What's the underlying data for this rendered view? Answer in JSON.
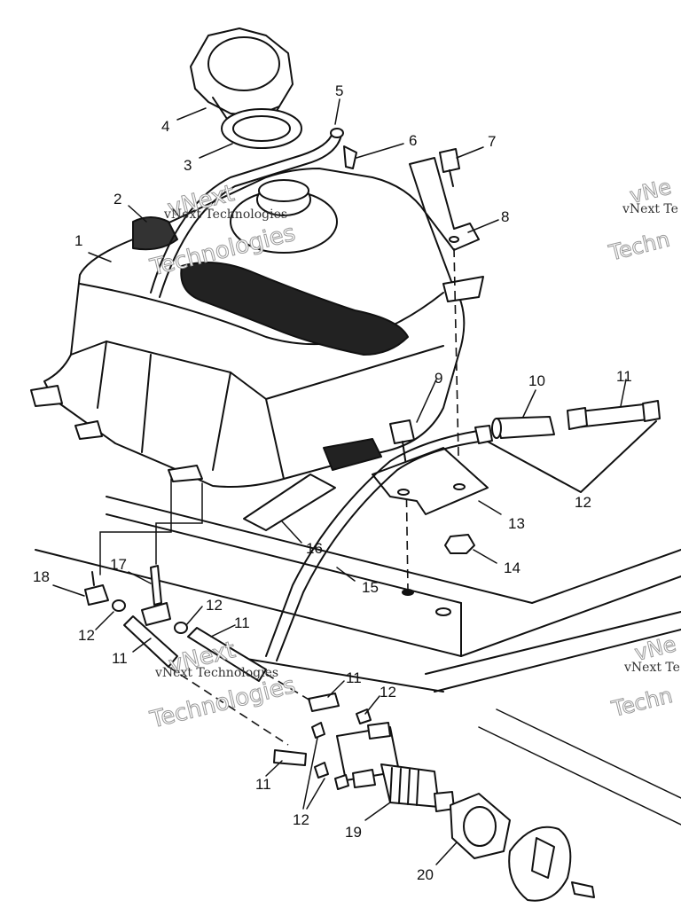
{
  "watermark": {
    "big_line1": "vNext",
    "big_line2": "Technologies",
    "small": "vNext Technologies",
    "corner_big": "vNe",
    "corner_big2": "Techn",
    "corner_small": "vNext Te"
  },
  "callouts": {
    "c1": "1",
    "c2": "2",
    "c3": "3",
    "c4": "4",
    "c5": "5",
    "c6": "6",
    "c7": "7",
    "c8": "8",
    "c9": "9",
    "c10": "10",
    "c11": "11",
    "c12": "12",
    "c13": "13",
    "c14": "14",
    "c15": "15",
    "c16": "16",
    "c17": "17",
    "c18": "18",
    "c19": "19",
    "c20": "20"
  }
}
